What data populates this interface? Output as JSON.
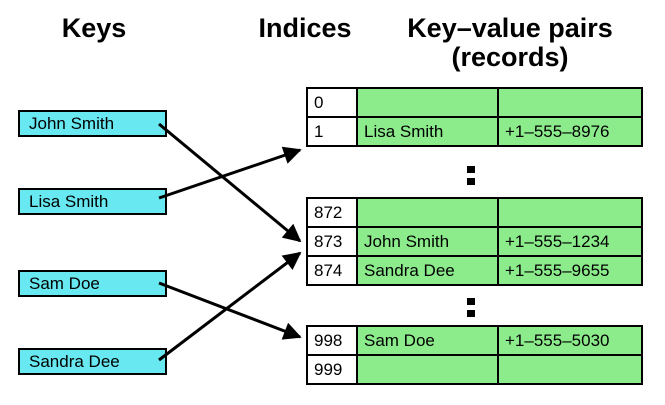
{
  "headers": {
    "keys": "Keys",
    "indices": "Indices",
    "kv_line1": "Key–value pairs",
    "kv_line2": "(records)"
  },
  "keys": [
    {
      "label": "John Smith"
    },
    {
      "label": "Lisa Smith"
    },
    {
      "label": "Sam Doe"
    },
    {
      "label": "Sandra Dee"
    }
  ],
  "sections": [
    {
      "rows": [
        {
          "index": "0",
          "key": "",
          "value": ""
        },
        {
          "index": "1",
          "key": "Lisa Smith",
          "value": "+1–555–8976"
        }
      ]
    },
    {
      "rows": [
        {
          "index": "872",
          "key": "",
          "value": ""
        },
        {
          "index": "873",
          "key": "John Smith",
          "value": "+1–555–1234"
        },
        {
          "index": "874",
          "key": "Sandra Dee",
          "value": "+1–555–9655"
        }
      ]
    },
    {
      "rows": [
        {
          "index": "998",
          "key": "Sam Doe",
          "value": "+1–555–5030"
        },
        {
          "index": "999",
          "key": "",
          "value": ""
        }
      ]
    }
  ],
  "mappings": [
    {
      "from": "John Smith",
      "to_index": "873"
    },
    {
      "from": "Lisa Smith",
      "to_index": "1"
    },
    {
      "from": "Sam Doe",
      "to_index": "998"
    },
    {
      "from": "Sandra Dee",
      "to_index": "873"
    }
  ],
  "colors": {
    "key_box": "#68E8F0",
    "record_cell": "#8CEC8C",
    "border": "#000000"
  }
}
